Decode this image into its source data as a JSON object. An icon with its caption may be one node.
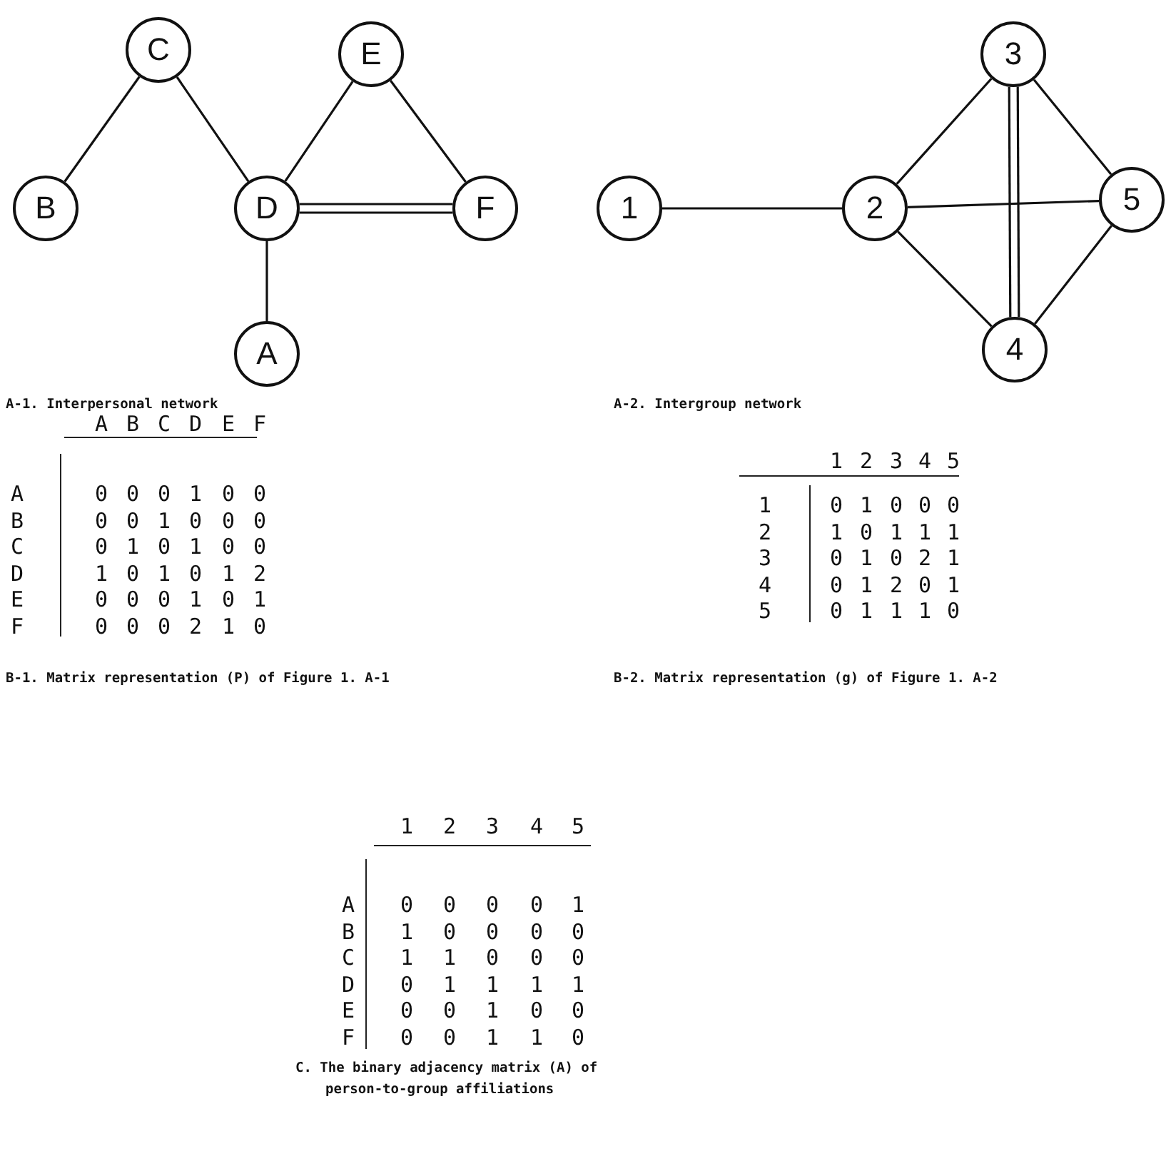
{
  "diagram": {
    "nodes": [
      {
        "text": [
          "C"
        ]
      },
      {
        "text": [
          "E"
        ]
      },
      {
        "text": [
          "B"
        ]
      },
      {
        "text": [
          "D"
        ]
      },
      {
        "text": [
          "F"
        ]
      },
      {
        "text": [
          "A"
        ]
      },
      {
        "text": [
          "3"
        ]
      },
      {
        "text": [
          "1"
        ]
      },
      {
        "text": [
          "2"
        ]
      },
      {
        "text": [
          "5"
        ]
      },
      {
        "text": [
          "4"
        ]
      }
    ],
    "edges": [
      {
        "from": 0,
        "to": 2,
        "arrow": "none"
      },
      {
        "from": 0,
        "to": 3,
        "arrow": "none"
      },
      {
        "from": 1,
        "to": 3,
        "arrow": "none"
      },
      {
        "from": 1,
        "to": 4,
        "arrow": "none"
      },
      {
        "from": 3,
        "to": 4,
        "arrow": "none"
      },
      {
        "from": 3,
        "to": 4,
        "arrow": "none"
      },
      {
        "from": 3,
        "to": 5,
        "arrow": "none"
      },
      {
        "from": 7,
        "to": 8,
        "arrow": "none"
      },
      {
        "from": 8,
        "to": 6,
        "arrow": "none"
      },
      {
        "from": 8,
        "to": 9,
        "arrow": "none"
      },
      {
        "from": 8,
        "to": 10,
        "arrow": "none"
      },
      {
        "from": 6,
        "to": 10,
        "arrow": "none"
      },
      {
        "from": 6,
        "to": 10,
        "arrow": "none"
      },
      {
        "from": 6,
        "to": 9,
        "arrow": "none"
      },
      {
        "from": 10,
        "to": 9,
        "arrow": "none"
      }
    ],
    "labels": [
      "A-1. Interpersonal network",
      "A-2. Intergroup network",
      "A",
      "B",
      "C",
      "D",
      "E",
      "F",
      "A",
      "0",
      "0",
      "0",
      "1",
      "0",
      "0",
      "B",
      "0",
      "0",
      "1",
      "0",
      "0",
      "0",
      "C",
      "0",
      "1",
      "0",
      "1",
      "0",
      "0",
      "D",
      "1",
      "0",
      "1",
      "0",
      "1",
      "2",
      "E",
      "0",
      "0",
      "0",
      "1",
      "0",
      "1",
      "F",
      "0",
      "0",
      "0",
      "2",
      "1",
      "0",
      "B-1. Matrix representation (P) of Figure 1. A-1",
      "1",
      "2",
      "3",
      "4",
      "5",
      "1",
      "0",
      "1",
      "0",
      "0",
      "0",
      "2",
      "1",
      "0",
      "1",
      "1",
      "1",
      "3",
      "0",
      "1",
      "0",
      "2",
      "1",
      "4",
      "0",
      "1",
      "2",
      "0",
      "1",
      "5",
      "0",
      "1",
      "1",
      "1",
      "0",
      "B-2. Matrix representation (g) of Figure 1. A-2",
      "1",
      "2",
      "3",
      "4",
      "5",
      "A",
      "0",
      "0",
      "0",
      "0",
      "1",
      "B",
      "1",
      "0",
      "0",
      "0",
      "0",
      "C",
      "1",
      "1",
      "0",
      "0",
      "0",
      "D",
      "0",
      "1",
      "1",
      "1",
      "1",
      "E",
      "0",
      "0",
      "1",
      "0",
      "0",
      "F",
      "0",
      "0",
      "1",
      "1",
      "0",
      "C. The binary adjacency matrix (A) of person-to-group affiliations"
    ]
  }
}
